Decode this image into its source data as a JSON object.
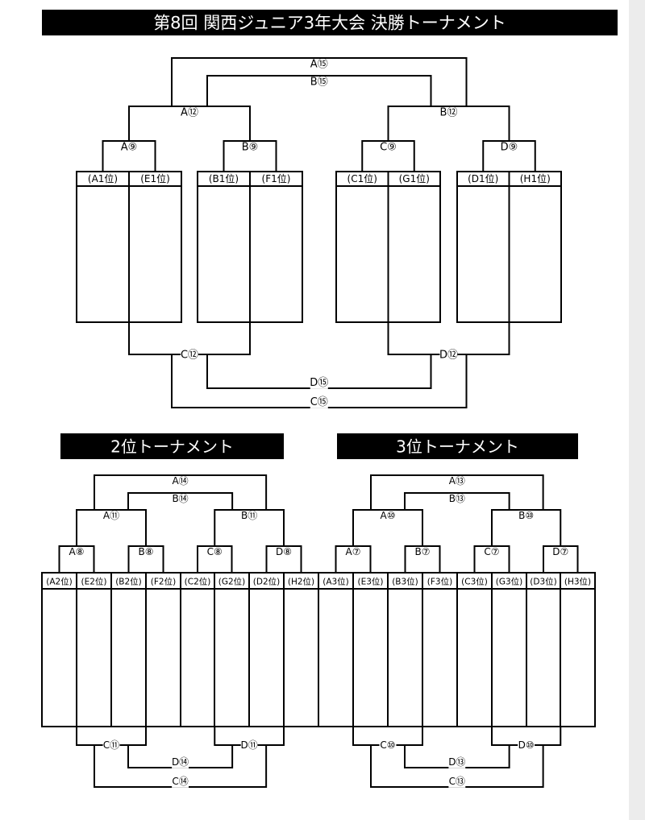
{
  "colors": {
    "ink": "#000000",
    "paper": "#ffffff",
    "banner_text": "#ffffff"
  },
  "final": {
    "title": "第8回 関西ジュニア3年大会 決勝トーナメント",
    "heads": [
      "(A1位)",
      "(E1位)",
      "(B1位)",
      "(F1位)",
      "(C1位)",
      "(G1位)",
      "(D1位)",
      "(H1位)"
    ],
    "top": {
      "m1": [
        "A⑨",
        "B⑨",
        "C⑨",
        "D⑨"
      ],
      "m2": [
        "A⑫",
        "B⑫"
      ],
      "outer": "A⑮",
      "inner": "B⑮"
    },
    "bottom": {
      "m2": [
        "C⑫",
        "D⑫"
      ],
      "inner": "D⑮",
      "outer": "C⑮"
    }
  },
  "second": {
    "title": "2位トーナメント",
    "heads": [
      "(A2位)",
      "(E2位)",
      "(B2位)",
      "(F2位)",
      "(C2位)",
      "(G2位)",
      "(D2位)",
      "(H2位)"
    ],
    "top": {
      "m1": [
        "A⑧",
        "B⑧",
        "C⑧",
        "D⑧"
      ],
      "m2": [
        "A⑪",
        "B⑪"
      ],
      "outer": "A⑭",
      "inner": "B⑭"
    },
    "bottom": {
      "m2": [
        "C⑪",
        "D⑪"
      ],
      "inner": "D⑭",
      "outer": "C⑭"
    }
  },
  "third": {
    "title": "3位トーナメント",
    "heads": [
      "(A3位)",
      "(E3位)",
      "(B3位)",
      "(F3位)",
      "(C3位)",
      "(G3位)",
      "(D3位)",
      "(H3位)"
    ],
    "top": {
      "m1": [
        "A⑦",
        "B⑦",
        "C⑦",
        "D⑦"
      ],
      "m2": [
        "A⑩",
        "B⑩"
      ],
      "outer": "A⑬",
      "inner": "B⑬"
    },
    "bottom": {
      "m2": [
        "C⑩",
        "D⑩"
      ],
      "inner": "D⑬",
      "outer": "C⑬"
    }
  }
}
